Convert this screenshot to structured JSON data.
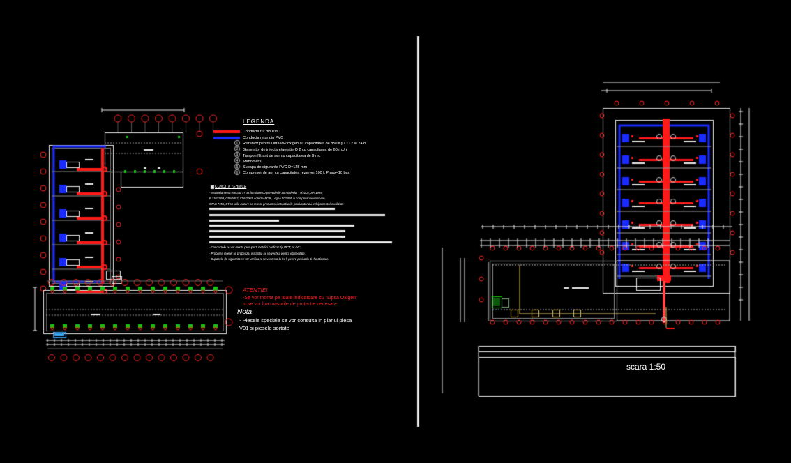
{
  "legend": {
    "title": "LEGENDA",
    "items": [
      {
        "marker": "",
        "text": "Conducta tur din PVC"
      },
      {
        "marker": "",
        "text": "Conducta retur din PVC"
      },
      {
        "marker": "1",
        "text": "Rezervor pentru Ultra low oxigen cu capacitatea de 850 Kg CO 2 la 24 h"
      },
      {
        "marker": "2",
        "text": "Generator de injectare/aeratie O 2 cu capacitatea de 60 mc/h"
      },
      {
        "marker": "3",
        "text": "Tampon filtrant de aer cu capacitatea de 9 mc"
      },
      {
        "marker": "4",
        "text": "Manometru"
      },
      {
        "marker": "5",
        "text": "Supapa de siguranta PVC D=125 mm"
      },
      {
        "marker": "6",
        "text": "Compresor de aer cu capacitatea rezervor 100 l, Pmax=10 bar."
      }
    ]
  },
  "specifications": {
    "title": "CONDITII TEHNICE",
    "lines": [
      "- Instalatia se va executa in conformitate cu prevederile normativelor I 9/2002, SR 1995,",
      "P 118/1999, C56/2002, C56/2003, colectiv NGR, Legea 10/1995 si completarile ulterioare,",
      "STAS 7456, STAS-urile la care se refera, precum si instructiunile producatorului echipamentelor utilizate",
      "- Conductele se vor monta pe suporti metalici conform tip IPCT, nr DCJ.",
      "- Probarea reteliei se probeaza, instalatia se va verifica pentru etanseitate.",
      "- Supapele de siguranta se vor verifica si se vor testa la 24 h pentru perioada de functionare."
    ]
  },
  "warning": {
    "title": "ATENTIE!",
    "lines": [
      "-Se vor monta pe toate indicatoare cu \"Lipsa Oxigen\"",
      "si se vor lua masurile de protectie necesare."
    ]
  },
  "note": {
    "title": "Nota",
    "lines": [
      "- Piesele speciale se vor consulta in planul piesa",
      "V01 si piesele sortate"
    ]
  },
  "scale": {
    "label": "scara 1:50"
  },
  "colors": {
    "background": "#000000",
    "supply_pipe": "#ff1a1a",
    "return_pipe": "#1a2bff",
    "grid_bubble": "#ff2020",
    "fixture": "#16c416",
    "wall": "#e8e8e8",
    "detail": "#d8c060"
  }
}
